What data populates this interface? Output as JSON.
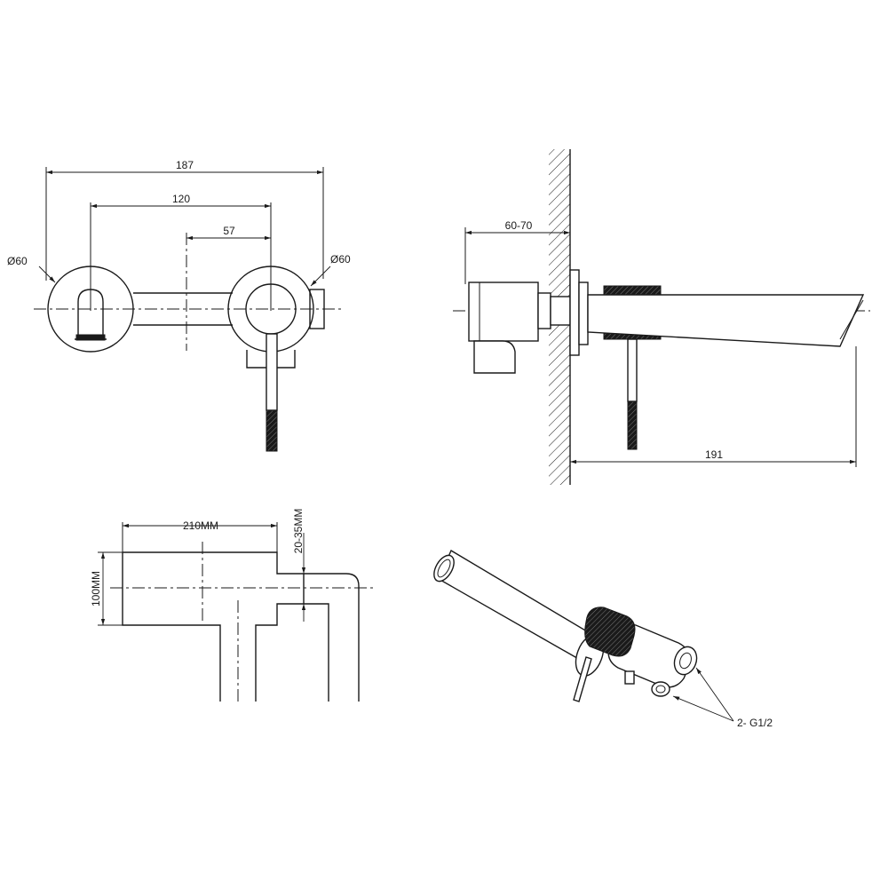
{
  "front_view": {
    "dim_overall": "187",
    "dim_centers": "120",
    "dim_handle_offset": "57",
    "dia_left": "Ø60",
    "dia_right": "Ø60"
  },
  "side_view": {
    "dim_depth": "60-70",
    "dim_projection": "191"
  },
  "plan_view": {
    "dim_length": "210MM",
    "dim_height": "100MM",
    "dim_wall": "20-35MM"
  },
  "iso_view": {
    "inlet_label": "2- G1/2"
  }
}
